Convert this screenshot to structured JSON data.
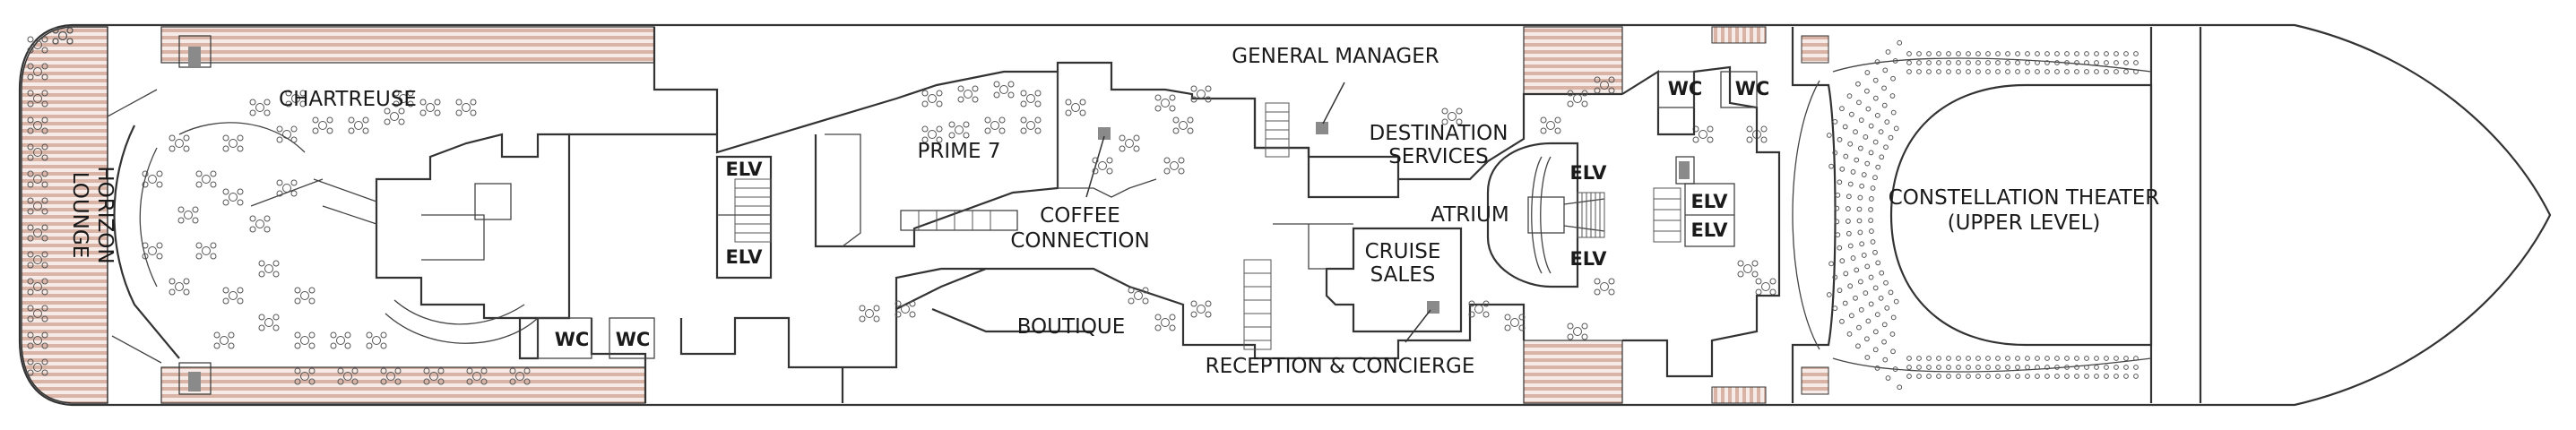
{
  "rooms": {
    "chartreuse": "CHARTREUSE",
    "horizon_lounge": [
      "HORIZON",
      "LOUNGE"
    ],
    "prime7": "PRIME 7",
    "coffee_connection": [
      "COFFEE",
      "CONNECTION"
    ],
    "general_manager": "GENERAL MANAGER",
    "destination_services": [
      "DESTINATION",
      "SERVICES"
    ],
    "atrium": "ATRIUM",
    "cruise_sales": [
      "CRUISE",
      "SALES"
    ],
    "boutique": "BOUTIQUE",
    "reception_concierge": "RECEPTION & CONCIERGE",
    "constellation_theater": [
      "CONSTELLATION THEATER",
      "(UPPER LEVEL)"
    ]
  },
  "tags": {
    "elv": "ELV",
    "wc": "WC"
  },
  "colors": {
    "wall": "#333333",
    "deck_stripe": "#d9b3a6",
    "marker": "#8a8a8a",
    "seat": "#555555"
  }
}
